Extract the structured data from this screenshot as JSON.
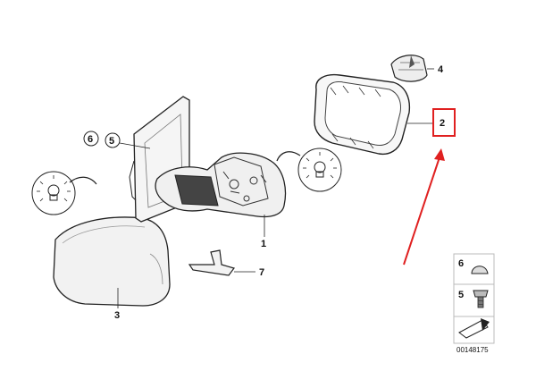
{
  "callouts": {
    "c1": "1",
    "c2": "2",
    "c3": "3",
    "c4": "4",
    "c5": "5",
    "c6": "6",
    "c7": "7"
  },
  "legend": {
    "item6": "6",
    "item5": "5",
    "code": "00148175"
  },
  "colors": {
    "highlight": "#e02020",
    "line": "#222222"
  }
}
